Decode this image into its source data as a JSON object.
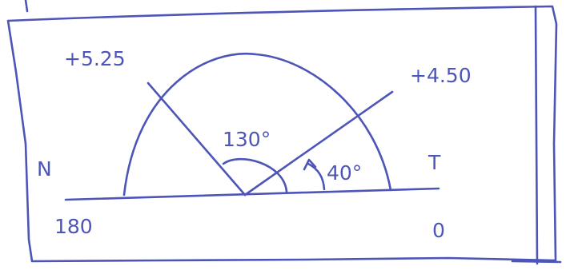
{
  "diagram": {
    "ink_color": "#4d55b8",
    "paper_color": "#ffffff",
    "labels": {
      "ray_left_value": "+5.25",
      "ray_right_value": "+4.50",
      "angle_obtuse": "130°",
      "angle_acute": "40°",
      "left_side_letter": "N",
      "right_side_letter": "T",
      "left_scale": "180",
      "right_scale": "0"
    }
  }
}
